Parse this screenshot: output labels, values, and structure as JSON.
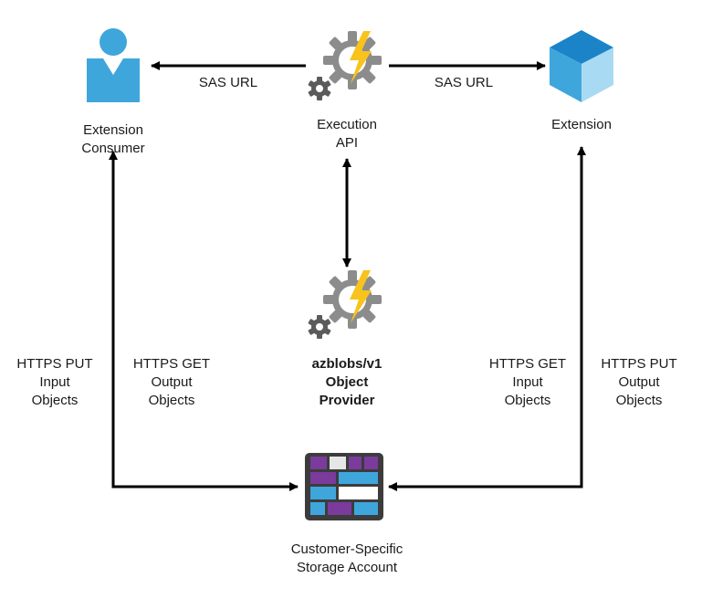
{
  "nodes": {
    "consumer": {
      "lines": [
        "Extension",
        "Consumer"
      ],
      "icon": "user-icon"
    },
    "execution_api": {
      "lines": [
        "Execution",
        "API"
      ],
      "icon": "gear-lightning-icon"
    },
    "extension": {
      "lines": [
        "Extension"
      ],
      "icon": "cube-icon"
    },
    "object_provider": {
      "lines": [
        "azblobs/v1",
        "Object",
        "Provider"
      ],
      "icon": "gear-lightning-icon"
    },
    "storage": {
      "lines": [
        "Customer-Specific",
        "Storage Account"
      ],
      "icon": "storage-account-icon"
    }
  },
  "edges": {
    "api_to_consumer": {
      "label": "SAS URL"
    },
    "api_to_extension": {
      "label": "SAS URL"
    },
    "consumer_put": {
      "lines": [
        "HTTPS PUT",
        "Input",
        "Objects"
      ]
    },
    "consumer_get": {
      "lines": [
        "HTTPS GET",
        "Output",
        "Objects"
      ]
    },
    "extension_get": {
      "lines": [
        "HTTPS GET",
        "Input",
        "Objects"
      ]
    },
    "extension_put": {
      "lines": [
        "HTTPS PUT",
        "Output",
        "Objects"
      ]
    }
  },
  "colors": {
    "blue": "#3fa6dc",
    "light_blue": "#a9daf3",
    "cube_top": "#1b84c9",
    "gear": "#8c8c8c",
    "gear_dark": "#5b5b5b",
    "bolt": "#f7c31c",
    "purple": "#7a3b9c",
    "storage_dark": "#3c3c3c",
    "arrow": "#000000"
  }
}
